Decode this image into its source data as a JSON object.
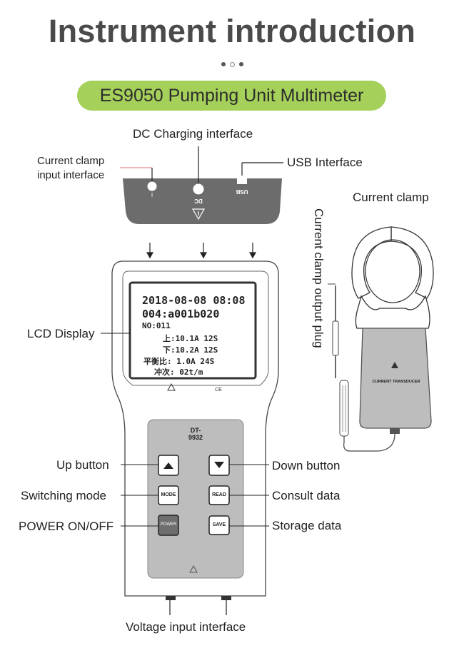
{
  "title": "Instrument introduction",
  "product_name": "ES9050 Pumping Unit Multimeter",
  "labels": {
    "dc_charging": "DC Charging interface",
    "current_clamp_input": "Current clamp input interface",
    "usb_interface": "USB Interface",
    "current_clamp": "Current clamp",
    "clamp_output_plug": "Current clamp output plug",
    "lcd_display": "LCD Display",
    "up_button": "Up button",
    "switching_mode": "Switching mode",
    "power": "POWER ON/OFF",
    "down_button": "Down button",
    "consult_data": "Consult data",
    "storage_data": "Storage data",
    "voltage_input": "Voltage input interface"
  },
  "top_panel": {
    "port_i": "I",
    "port_dc": "DC",
    "port_usb": "USB"
  },
  "device": {
    "model": "DT-9932",
    "lcd": {
      "line1": "2018-08-08 08:08",
      "line2": "004:a001b020",
      "line3": "NO:011",
      "line4": "上:10.1A  12S",
      "line5": "下:10.2A  12S",
      "line6": "平衡比: 1.0A 24S",
      "line7": "冲次:     02t/m"
    },
    "buttons": {
      "mode": "MODE",
      "read": "READ",
      "power": "POWER",
      "save": "SAVE"
    }
  },
  "clamp_body_text": "CURRENT TRANSDUCER",
  "colors": {
    "pill": "#a5d05a",
    "panel": "#6c6c6c",
    "keypad": "#bdbdbd"
  }
}
